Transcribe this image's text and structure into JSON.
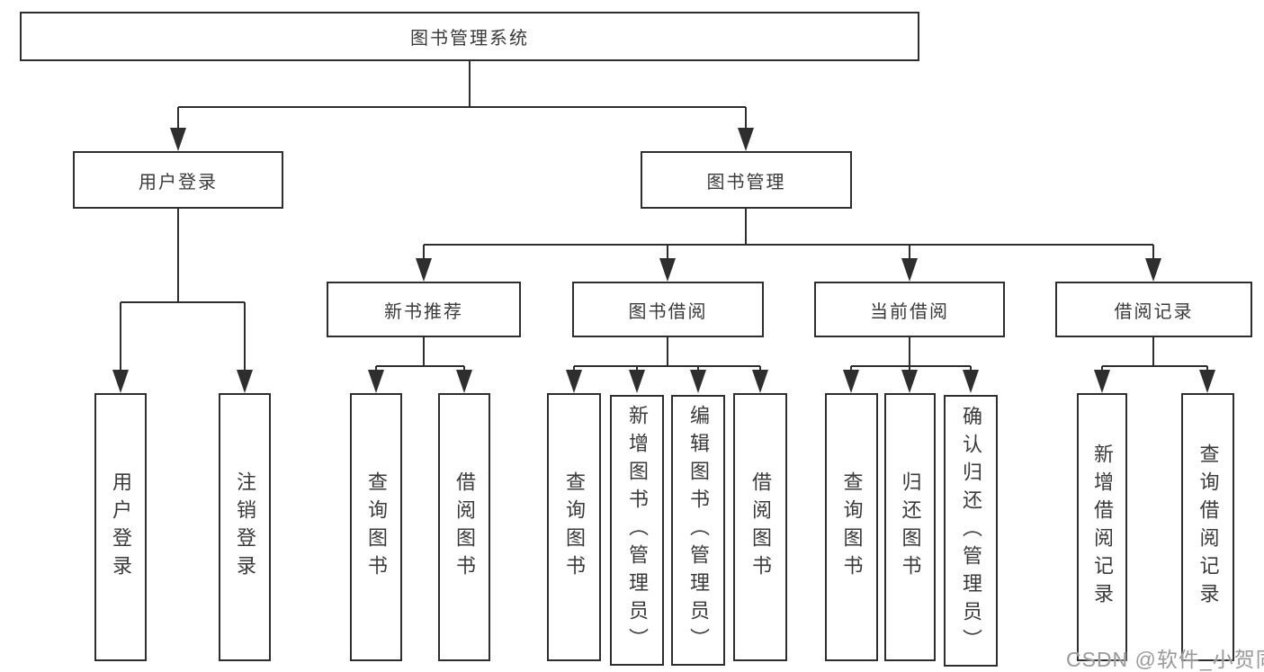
{
  "diagram": {
    "root": {
      "label": "图书管理系统"
    },
    "level2": [
      {
        "label": "用户登录"
      },
      {
        "label": "图书管理"
      }
    ],
    "level3": [
      {
        "label": "新书推荐"
      },
      {
        "label": "图书借阅"
      },
      {
        "label": "当前借阅"
      },
      {
        "label": "借阅记录"
      }
    ],
    "leaves": [
      {
        "label": "用户登录"
      },
      {
        "label": "注销登录"
      },
      {
        "label": "查询图书"
      },
      {
        "label": "借阅图书"
      },
      {
        "label": "查询图书"
      },
      {
        "label": "新增图书（管理员）"
      },
      {
        "label": "编辑图书（管理员）"
      },
      {
        "label": "借阅图书"
      },
      {
        "label": "查询图书"
      },
      {
        "label": "归还图书"
      },
      {
        "label": "确认归还（管理员）"
      },
      {
        "label": "新增借阅记录"
      },
      {
        "label": "查询借阅记录"
      }
    ]
  },
  "watermark": {
    "text": "CSDN @软件_小贺同学"
  },
  "colors": {
    "line": "#2e2e2e",
    "box_border": "#2e2e2e",
    "text": "#3a3a3a",
    "background": "#ffffff",
    "watermark": "#9a9a9a"
  }
}
